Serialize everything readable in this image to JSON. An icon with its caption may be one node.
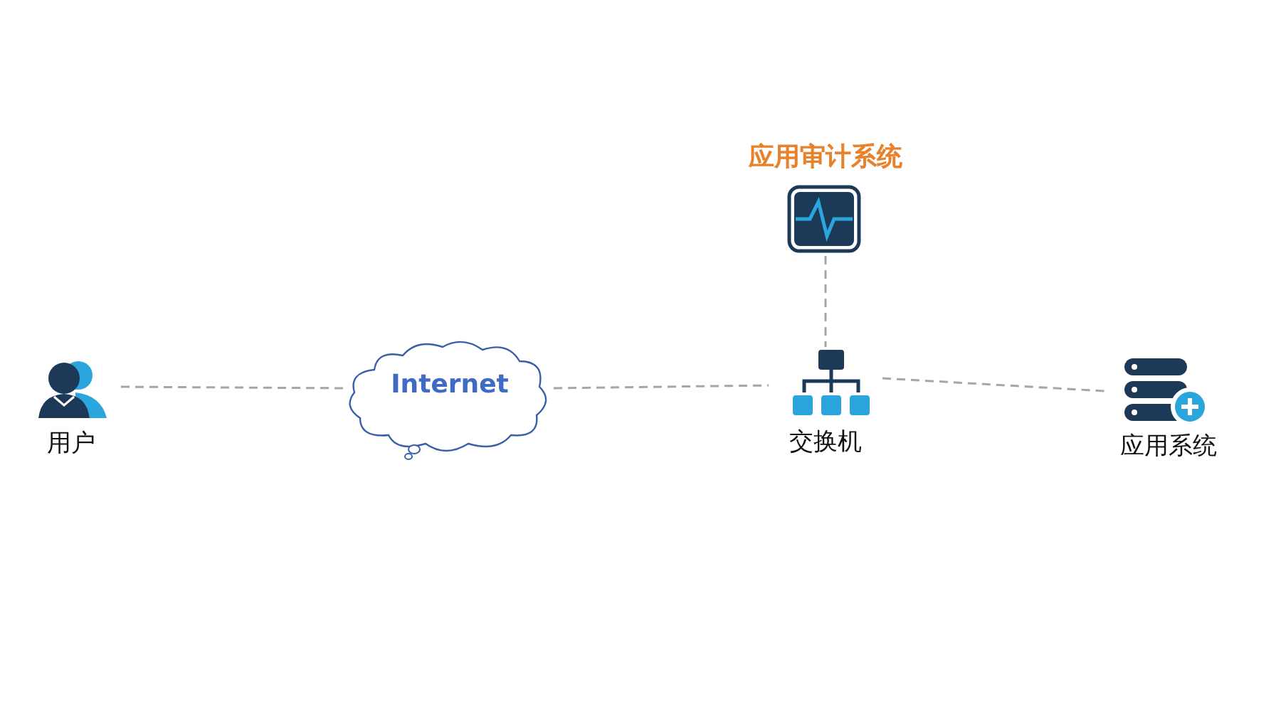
{
  "diagram": {
    "nodes": [
      {
        "text": [
          "用户"
        ]
      },
      {
        "text": [
          "Internet"
        ]
      },
      {
        "text": [
          "应用审计系统"
        ]
      },
      {
        "text": [
          "交换机"
        ]
      },
      {
        "text": [
          "应用系统"
        ]
      }
    ],
    "edges": [
      {
        "from": 0,
        "to": 1,
        "arrow": "none",
        "style": "dashed"
      },
      {
        "from": 1,
        "to": 3,
        "arrow": "none",
        "style": "dashed"
      },
      {
        "from": 2,
        "to": 3,
        "arrow": "none",
        "style": "dashed"
      },
      {
        "from": 3,
        "to": 4,
        "arrow": "none",
        "style": "dashed"
      }
    ]
  }
}
